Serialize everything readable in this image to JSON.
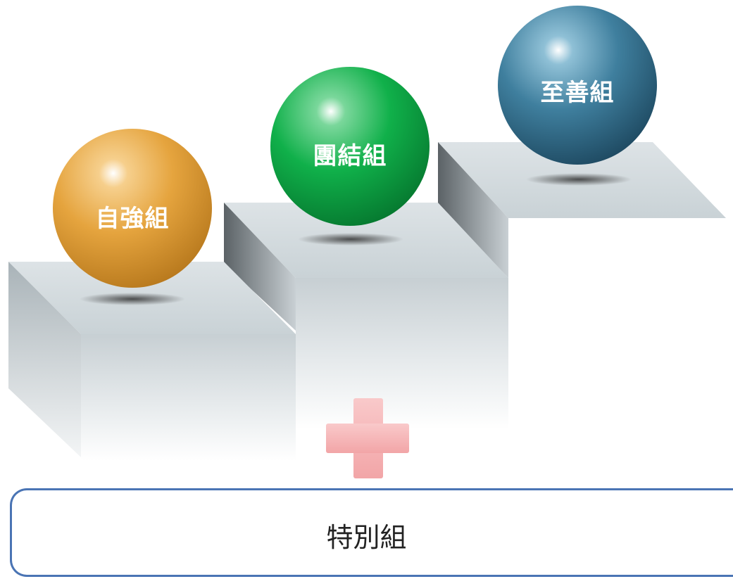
{
  "groups": [
    {
      "label": "自強組",
      "color": "#e5a43e"
    },
    {
      "label": "團結組",
      "color": "#10b04a"
    },
    {
      "label": "至善組",
      "color": "#3f7f9e"
    }
  ],
  "plus_color": "#f6b6b7",
  "special": {
    "label": "特別組",
    "border_color": "#4a74b4"
  }
}
